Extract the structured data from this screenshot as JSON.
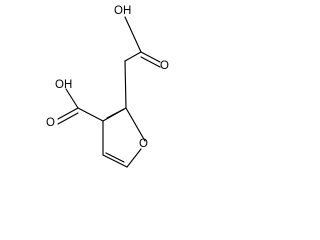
{
  "molecule": {
    "atoms": {
      "acetic_hydroxyl": "OH",
      "acetic_carbonyl_oxygen": "O",
      "carboxyl_hydroxyl": "OH",
      "carboxyl_carbonyl_oxygen": "O",
      "ring_oxygen": "O"
    }
  }
}
